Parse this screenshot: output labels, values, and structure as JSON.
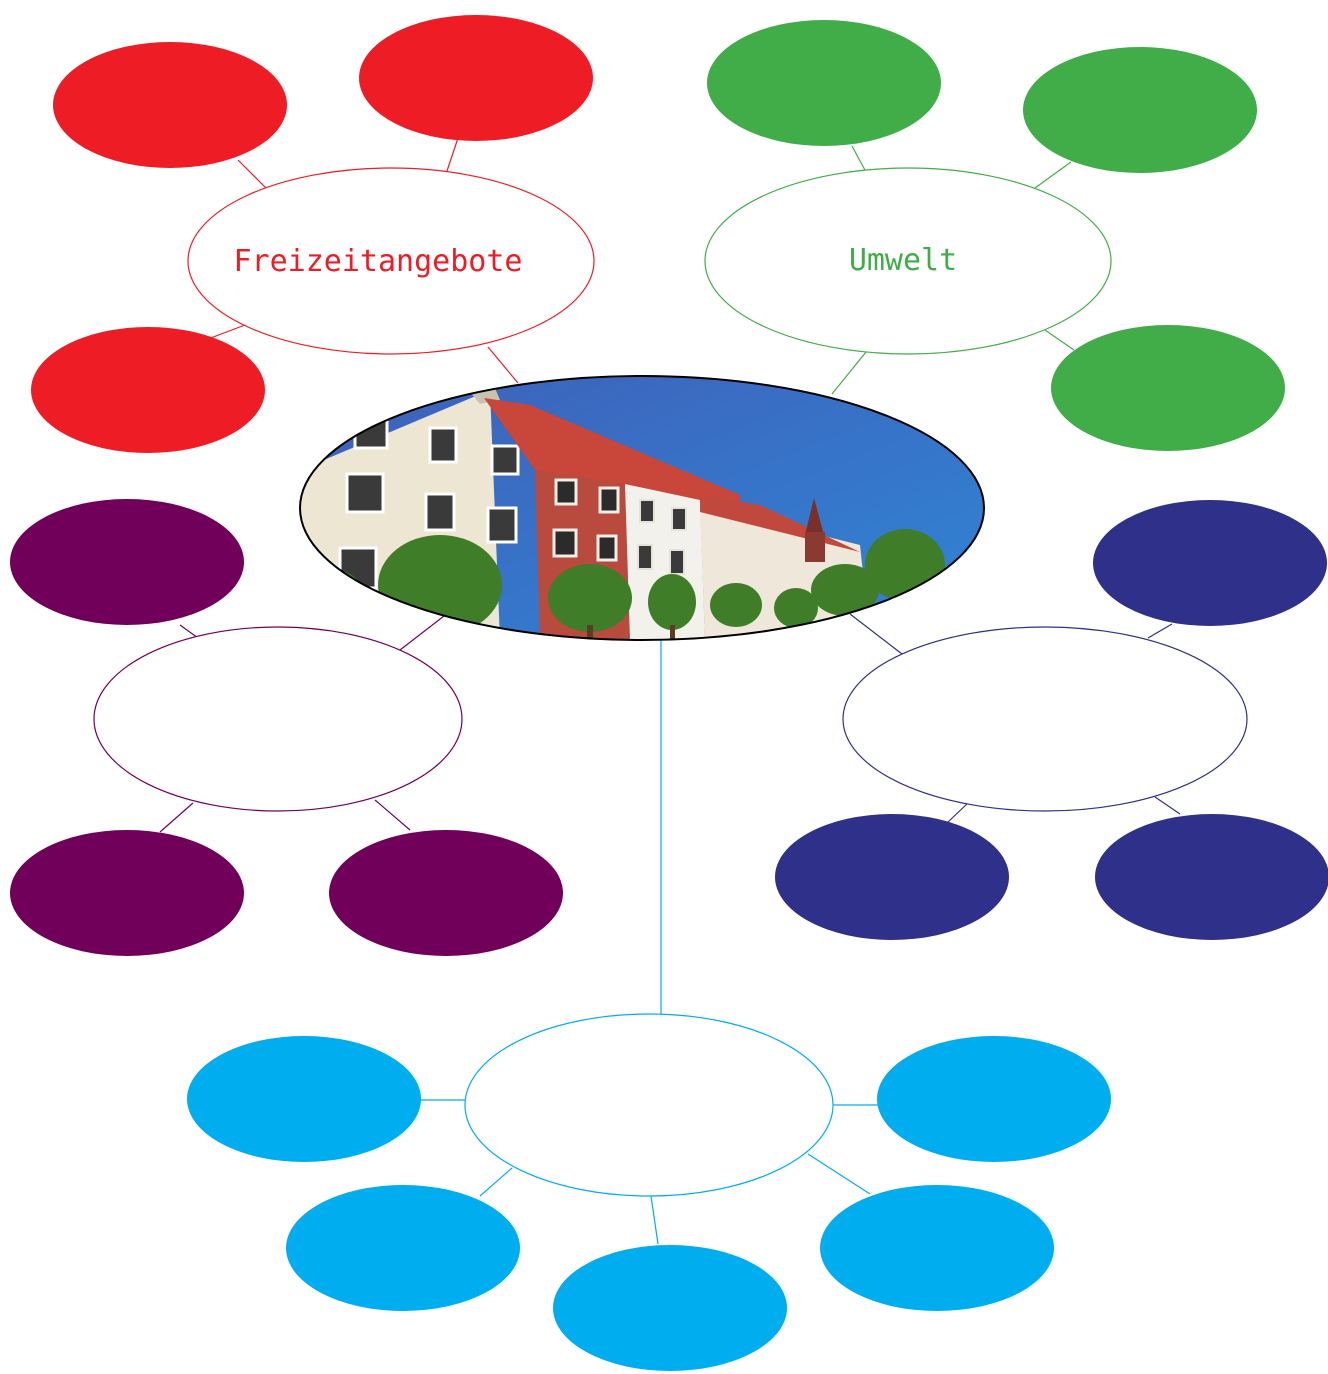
{
  "colors": {
    "red": "#ee1c25",
    "green": "#41ad49",
    "purple": "#71005a",
    "navy": "#2f3089",
    "cyan": "#00adee"
  },
  "center": {
    "image": "photo of a street of colorful row houses with trees under blue sky"
  },
  "clusters": [
    {
      "id": "red",
      "label": "Freizeitangebote",
      "color": "#ee1c25",
      "sub_bubbles": 3
    },
    {
      "id": "green",
      "label": "Umwelt",
      "color": "#41ad49",
      "sub_bubbles": 3
    },
    {
      "id": "purple",
      "label": "",
      "color": "#71005a",
      "sub_bubbles": 3
    },
    {
      "id": "navy",
      "label": "",
      "color": "#2f3089",
      "sub_bubbles": 3
    },
    {
      "id": "cyan",
      "label": "",
      "color": "#00adee",
      "sub_bubbles": 5
    }
  ]
}
